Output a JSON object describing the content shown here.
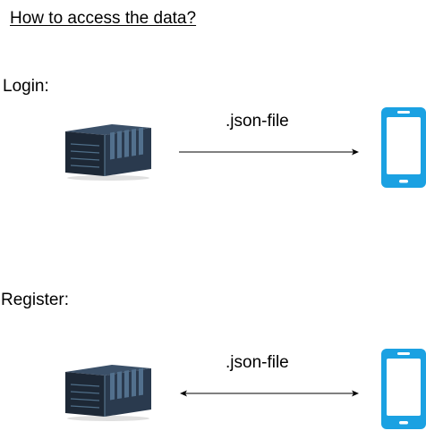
{
  "title": "How to access the data?",
  "sections": {
    "login": {
      "label": "Login:",
      "arrow_label": ".json-file",
      "arrow_direction": "server-to-phone"
    },
    "register": {
      "label": "Register:",
      "arrow_label": ".json-file",
      "arrow_direction": "bidirectional"
    }
  },
  "icons": {
    "server": "server-icon",
    "phone": "smartphone-icon"
  },
  "colors": {
    "phone": "#1ba1e2",
    "server_dark": "#1d2836",
    "server_accent": "#4f6e88",
    "line": "#000000"
  }
}
